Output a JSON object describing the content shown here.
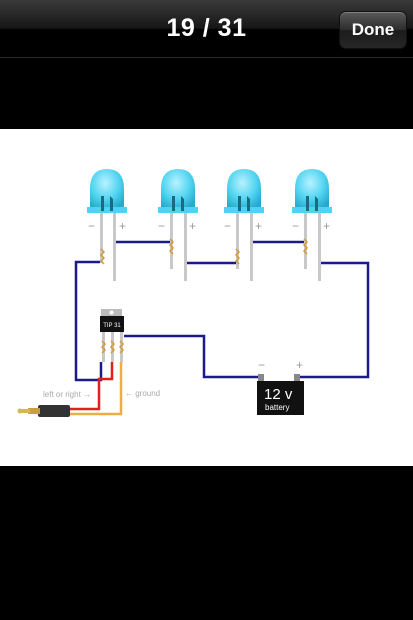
{
  "navbar": {
    "counter": "19 / 31",
    "done_label": "Done"
  },
  "diagram": {
    "led_pin_labels": [
      "−",
      "+"
    ],
    "transistor_label": "TIP 31",
    "battery_terminals": [
      "−",
      "+"
    ],
    "battery_voltage": "12 v",
    "battery_label": "battery",
    "annotation_left_right": "left or right →",
    "annotation_ground": "← ground",
    "colors": {
      "led": "#4fd3f0",
      "wire_blue": "#1a1a8c",
      "wire_red": "#e02020",
      "wire_yellow": "#e8b040",
      "battery_body": "#111111"
    }
  }
}
